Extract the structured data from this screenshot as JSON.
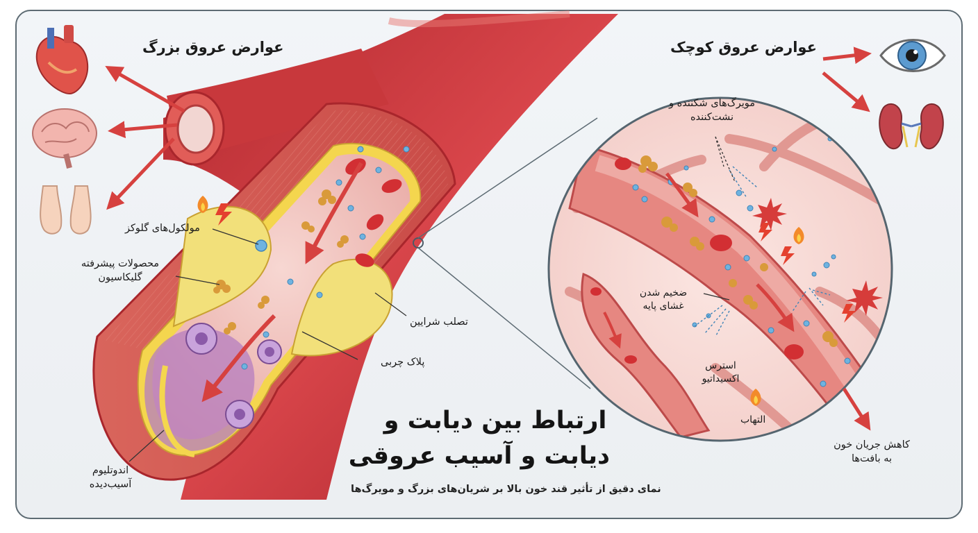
{
  "title": {
    "line1": "ارتباط بین دیابت و",
    "line2": "دیابت و آسیب عروقی",
    "subtitle": "نمای دقیق از تأثیر قند خون بالا بر شریان‌های بزرگ و مویرگ‌ها"
  },
  "sections": {
    "macro": "عوارض عروق بزرگ",
    "micro": "عوارض عروق کوچک"
  },
  "labels": {
    "glucose": "مولکول‌های گلوکز",
    "age_line1": "محصولات پیشرفته",
    "age_line2": "گلیکاسیون",
    "atherosclerosis": "تصلب شرایین",
    "fatty_plaque": "پلاک چربی",
    "endothelium_line1": "اندوتلیوم",
    "endothelium_line2": "آسیب‌دیده",
    "capillaries_line1": "مویرگ‌های شکننده و",
    "capillaries_line2": "نشت‌کننده",
    "basement_line1": "ضخیم شدن",
    "basement_line2": "غشای پایه",
    "oxidative_line1": "استرس",
    "oxidative_line2": "اکسیداتیو",
    "inflammation": "التهاب",
    "blood_flow_line1": "کاهش جریان خون",
    "blood_flow_line2": "به بافت‌ها"
  },
  "icons": {
    "heart": "heart-icon",
    "brain": "brain-icon",
    "feet": "feet-icon",
    "eye": "eye-icon",
    "kidneys": "kidneys-icon",
    "fire": "fire-icon",
    "lightning": "lightning-icon"
  },
  "colors": {
    "artery": "#c9353a",
    "plaque": "#f0d94c",
    "arrow": "#d6413f",
    "glucose": "#6fb3e0",
    "age": "#d99a3a",
    "frame": "#5d6b73"
  }
}
